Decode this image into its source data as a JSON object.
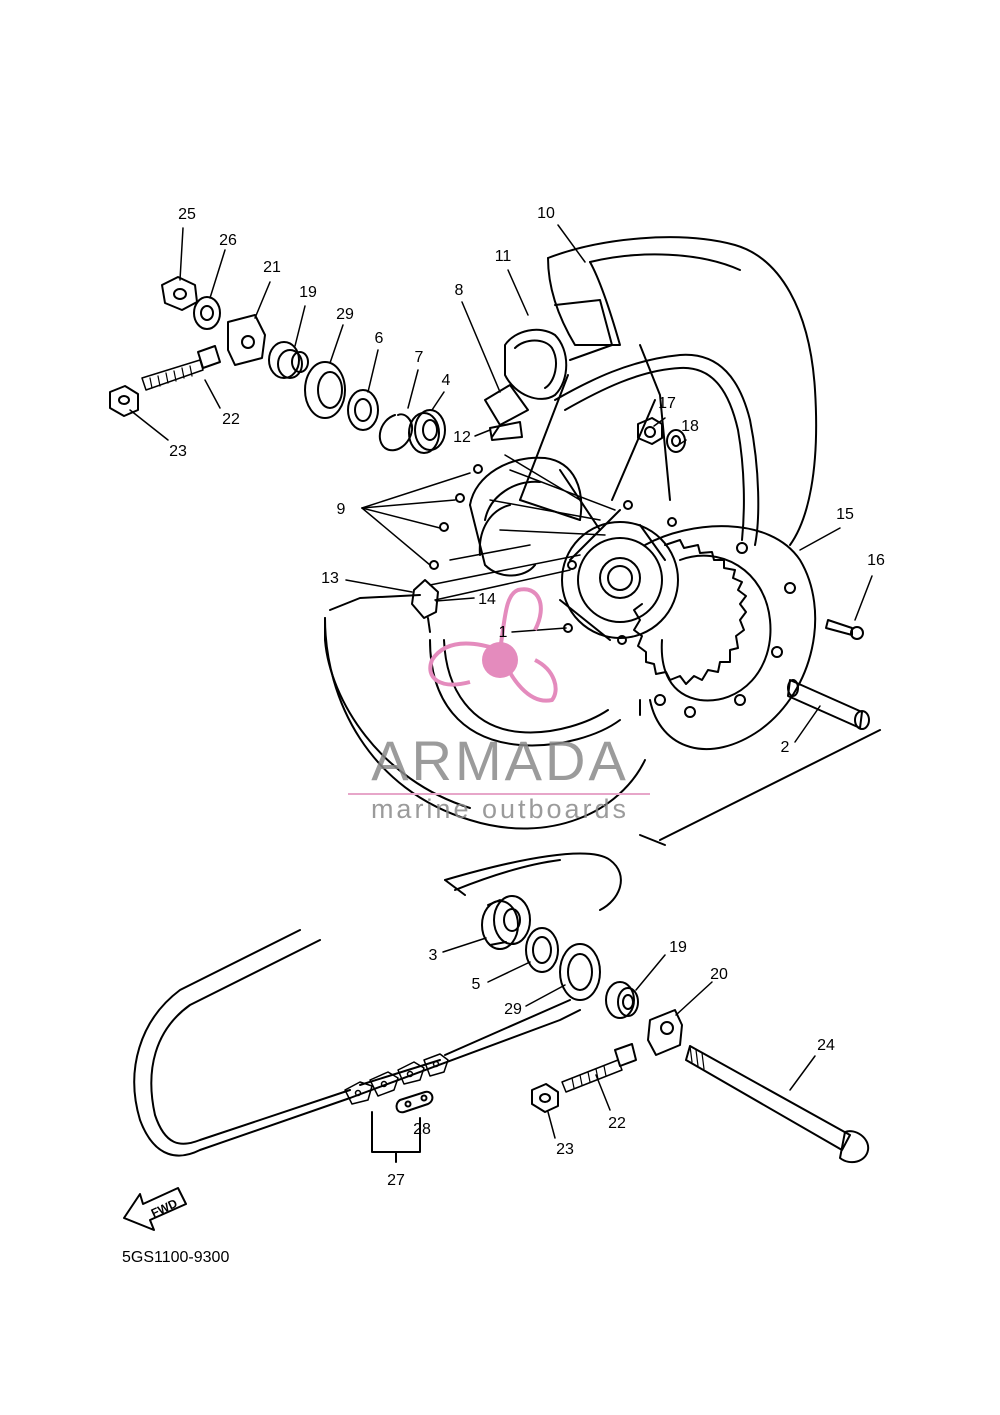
{
  "diagram_code": "5GS1100-9300",
  "fwd_label": "FWD",
  "watermark": {
    "title": "ARMADA",
    "subtitle": "marine outboards",
    "accent_color": "#e48bbd",
    "text_color": "#8a8a8a"
  },
  "callouts": [
    {
      "id": "c25",
      "label": "25"
    },
    {
      "id": "c26",
      "label": "26"
    },
    {
      "id": "c21",
      "label": "21"
    },
    {
      "id": "c19a",
      "label": "19"
    },
    {
      "id": "c29a",
      "label": "29"
    },
    {
      "id": "c6",
      "label": "6"
    },
    {
      "id": "c7",
      "label": "7"
    },
    {
      "id": "c4",
      "label": "4"
    },
    {
      "id": "c22a",
      "label": "22"
    },
    {
      "id": "c23a",
      "label": "23"
    },
    {
      "id": "c8",
      "label": "8"
    },
    {
      "id": "c11",
      "label": "11"
    },
    {
      "id": "c10",
      "label": "10"
    },
    {
      "id": "c12",
      "label": "12"
    },
    {
      "id": "c9",
      "label": "9"
    },
    {
      "id": "c17",
      "label": "17"
    },
    {
      "id": "c18",
      "label": "18"
    },
    {
      "id": "c15",
      "label": "15"
    },
    {
      "id": "c16",
      "label": "16"
    },
    {
      "id": "c13",
      "label": "13"
    },
    {
      "id": "c14",
      "label": "14"
    },
    {
      "id": "c1",
      "label": "1"
    },
    {
      "id": "c2",
      "label": "2"
    },
    {
      "id": "c3",
      "label": "3"
    },
    {
      "id": "c5",
      "label": "5"
    },
    {
      "id": "c29b",
      "label": "29"
    },
    {
      "id": "c19b",
      "label": "19"
    },
    {
      "id": "c20",
      "label": "20"
    },
    {
      "id": "c24",
      "label": "24"
    },
    {
      "id": "c22b",
      "label": "22"
    },
    {
      "id": "c23b",
      "label": "23"
    },
    {
      "id": "c28",
      "label": "28"
    },
    {
      "id": "c27",
      "label": "27"
    }
  ]
}
